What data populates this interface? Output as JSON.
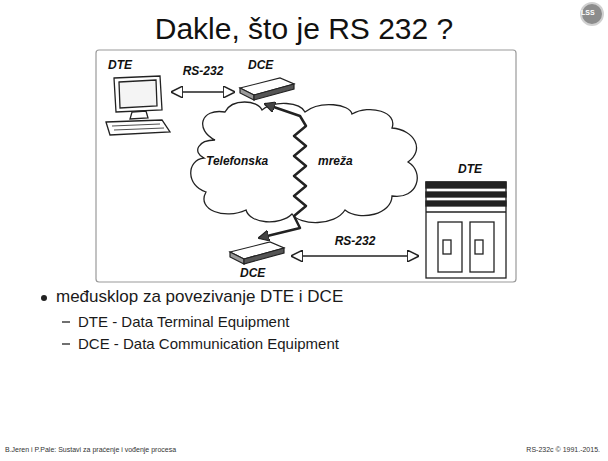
{
  "diagram": {
    "title": "Dakle, što je RS 232 ?",
    "nodes": [
      {
        "text": [
          "DTE"
        ]
      },
      {
        "text": [
          "DCE"
        ]
      },
      {
        "text": [
          "Telefonska",
          "mreža"
        ]
      },
      {
        "text": [
          "DTE"
        ]
      },
      {
        "text": [
          "DCE"
        ]
      }
    ],
    "edges": [
      {
        "from": 0,
        "to": 1,
        "arrow": "both",
        "label": "RS-232"
      },
      {
        "from": 1,
        "to": 4,
        "arrow": "both"
      },
      {
        "from": 4,
        "to": 3,
        "arrow": "both",
        "label": "RS-232"
      }
    ],
    "labels": [
      "LSS",
      "međusklop za povezivanje DTE i DCE",
      "DTE - Data Terminal Equipment",
      "DCE - Data Communication Equipment",
      "B.Jeren i P.Pale: Sustavi za praćenje i vođenje procesa",
      "RS-232c © 1991.-2015."
    ]
  }
}
